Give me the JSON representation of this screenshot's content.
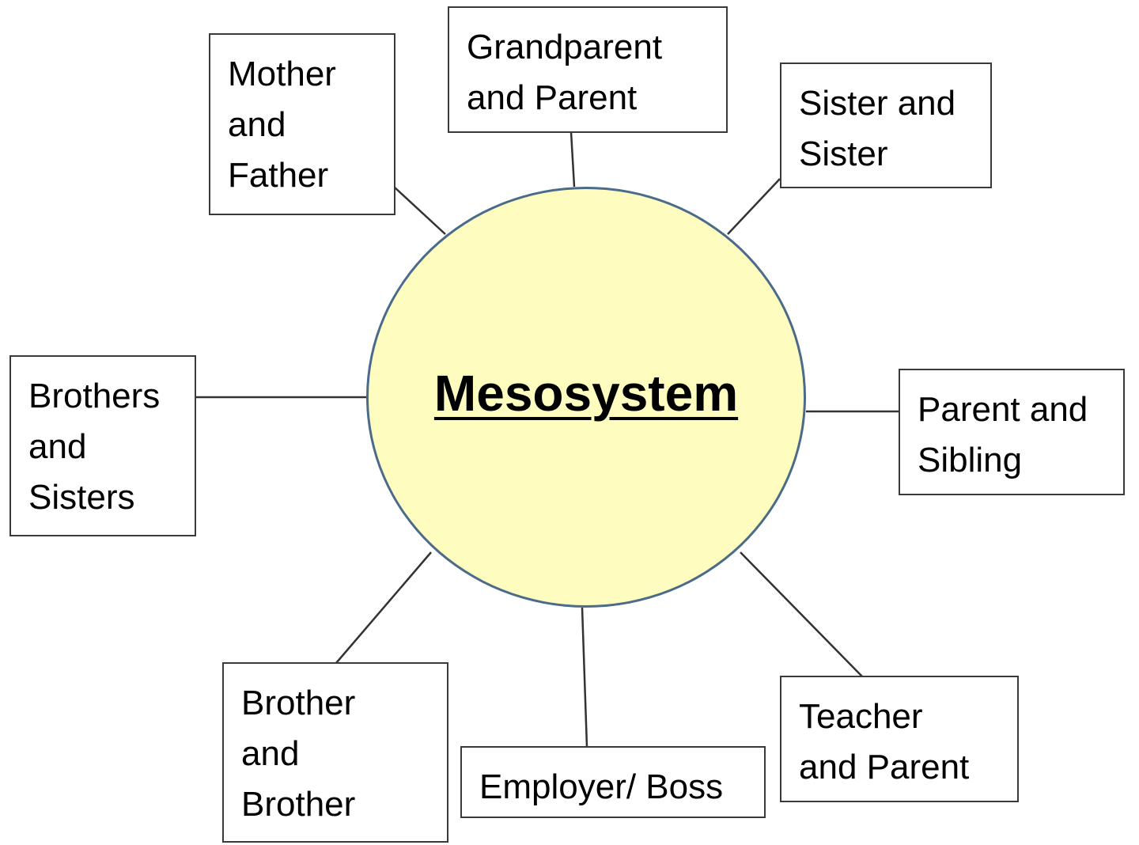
{
  "diagram": {
    "center": {
      "label": "Mesosystem",
      "fill_color": "#fefdbf",
      "border_color": "#4a6b8a"
    },
    "nodes": [
      {
        "id": "mother-father",
        "label": "Mother\nand\nFather"
      },
      {
        "id": "grandparent-parent",
        "label": "Grandparent\nand Parent"
      },
      {
        "id": "sister-sister",
        "label": "Sister and\nSister"
      },
      {
        "id": "brothers-sisters",
        "label": "Brothers\nand\nSisters"
      },
      {
        "id": "parent-sibling",
        "label": "Parent and\nSibling"
      },
      {
        "id": "brother-brother",
        "label": "Brother\nand\nBrother"
      },
      {
        "id": "employer-boss",
        "label": "Employer/ Boss"
      },
      {
        "id": "teacher-parent",
        "label": "Teacher\nand Parent"
      }
    ],
    "edges": [
      {
        "from": "center",
        "to": "mother-father"
      },
      {
        "from": "center",
        "to": "grandparent-parent"
      },
      {
        "from": "center",
        "to": "sister-sister"
      },
      {
        "from": "center",
        "to": "brothers-sisters"
      },
      {
        "from": "center",
        "to": "parent-sibling"
      },
      {
        "from": "center",
        "to": "brother-brother"
      },
      {
        "from": "center",
        "to": "employer-boss"
      },
      {
        "from": "center",
        "to": "teacher-parent"
      }
    ]
  }
}
